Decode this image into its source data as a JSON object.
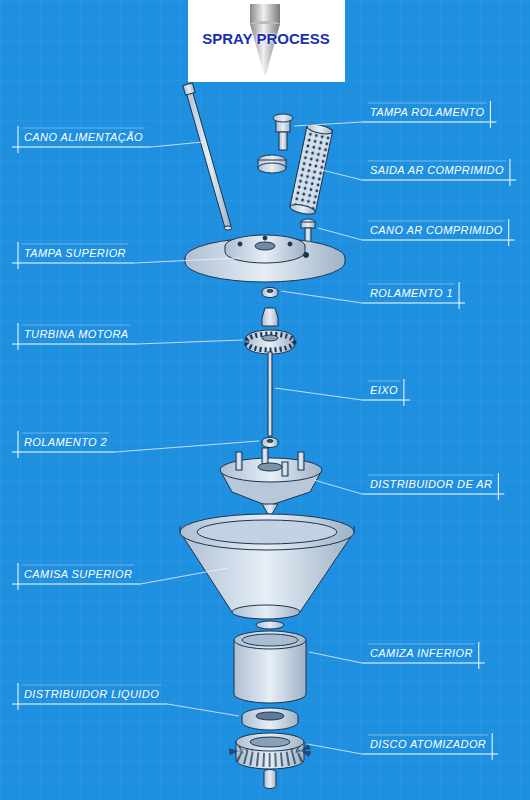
{
  "diagram": {
    "title": "SPRAY PROCESS",
    "labels": [
      "CANO ALIMENTAÇÃO",
      "TAMPA ROLAMENTO",
      "SAIDA AR COMPRIMIDO",
      "CANO AR COMPRIMIDO",
      "TAMPA SUPERIOR",
      "ROLAMENTO 1",
      "TURBINA MOTORA",
      "EIXO",
      "ROLAMENTO 2",
      "DISTRIBUIDOR DE AR",
      "CAMISA SUPERIOR",
      "CAMIZA INFERIOR",
      "DISTRIBUIDOR LIQUIDO",
      "DISCO ATOMIZADOR"
    ]
  }
}
